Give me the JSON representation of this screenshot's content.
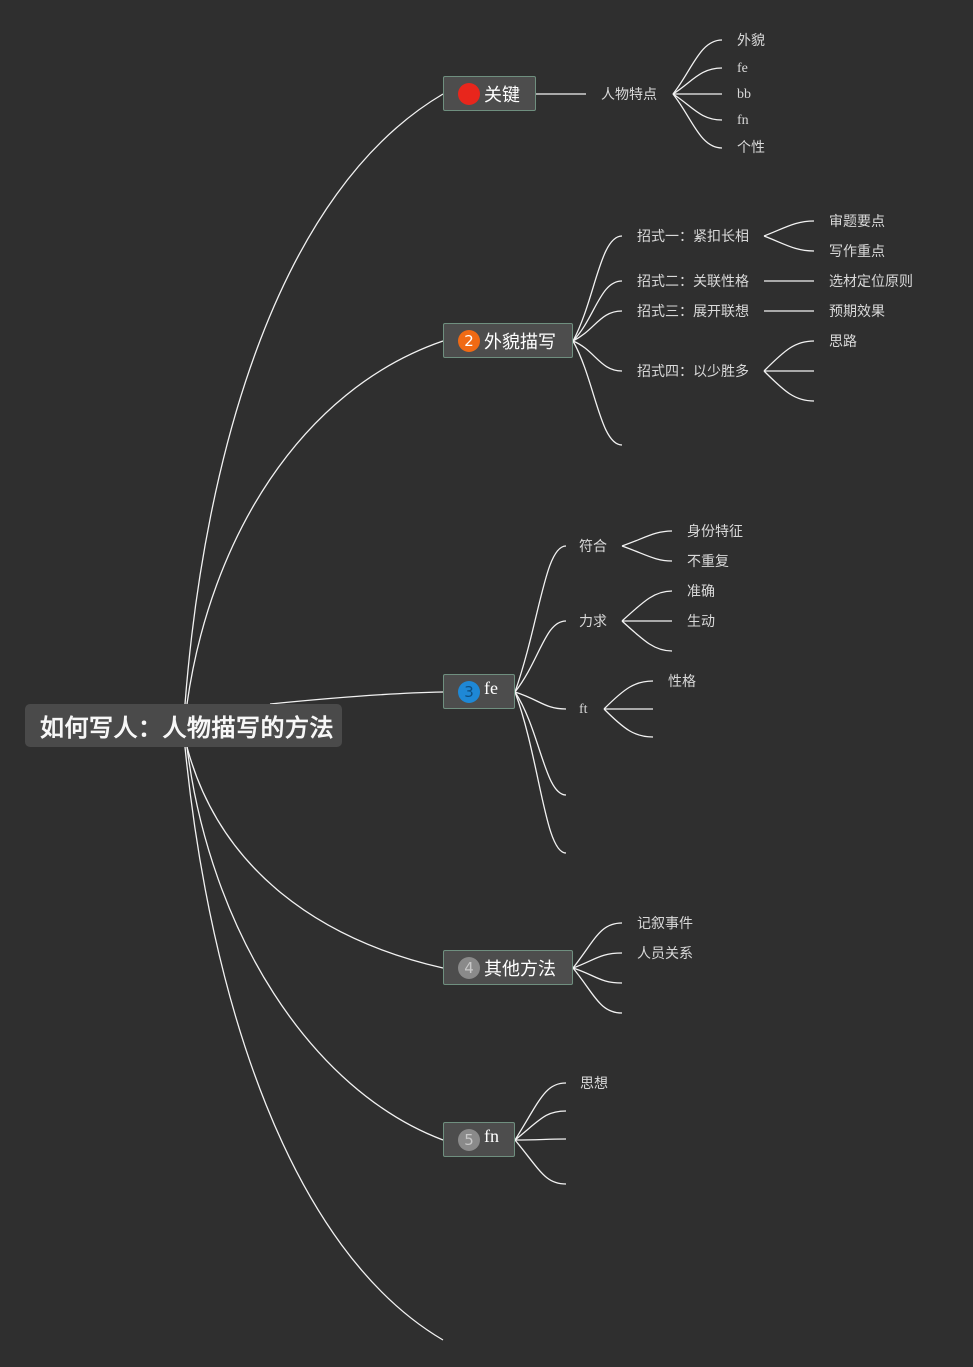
{
  "root": {
    "text": "如何写人：人物描写的方法"
  },
  "colors": {
    "background": "#2f2f2f",
    "line": "#f2f2f2",
    "badge_1": "#e8261c",
    "badge_2": "#f06a14",
    "badge_3": "#1e88d6",
    "badge_4": "#8a8a8a",
    "badge_5": "#8a8a8a"
  },
  "topics": [
    {
      "number": "1",
      "label": "关键",
      "children": [
        {
          "label": "人物特点",
          "children": [
            "外貌",
            "fe",
            "bb",
            "fn",
            "个性"
          ]
        }
      ]
    },
    {
      "number": "2",
      "label": "外貌描写",
      "children": [
        {
          "label": "招式一：紧扣长相",
          "children": [
            "审题要点",
            "写作重点"
          ]
        },
        {
          "label": "招式二：关联性格",
          "children": [
            "选材定位原则"
          ]
        },
        {
          "label": "招式三：展开联想",
          "children": [
            "预期效果"
          ]
        },
        {
          "label": "招式四：以少胜多",
          "children": [
            "思路",
            "",
            ""
          ]
        },
        {
          "label": "",
          "children": []
        }
      ]
    },
    {
      "number": "3",
      "label": "fe",
      "children": [
        {
          "label": "符合",
          "children": [
            "身份特征",
            "不重复"
          ]
        },
        {
          "label": "力求",
          "children": [
            "准确",
            "生动",
            ""
          ]
        },
        {
          "label": "ft",
          "children": [
            "性格",
            "",
            ""
          ]
        },
        {
          "label": "",
          "children": []
        },
        {
          "label": "",
          "children": []
        }
      ]
    },
    {
      "number": "4",
      "label": "其他方法",
      "children": [
        {
          "label": "记叙事件",
          "children": []
        },
        {
          "label": "人员关系",
          "children": []
        },
        {
          "label": "",
          "children": []
        },
        {
          "label": "",
          "children": []
        }
      ]
    },
    {
      "number": "5",
      "label": "fn",
      "children": [
        {
          "label": "思想",
          "children": []
        },
        {
          "label": "",
          "children": []
        },
        {
          "label": "",
          "children": []
        },
        {
          "label": "",
          "children": []
        }
      ]
    },
    {
      "number": "",
      "label": "",
      "children": []
    }
  ]
}
